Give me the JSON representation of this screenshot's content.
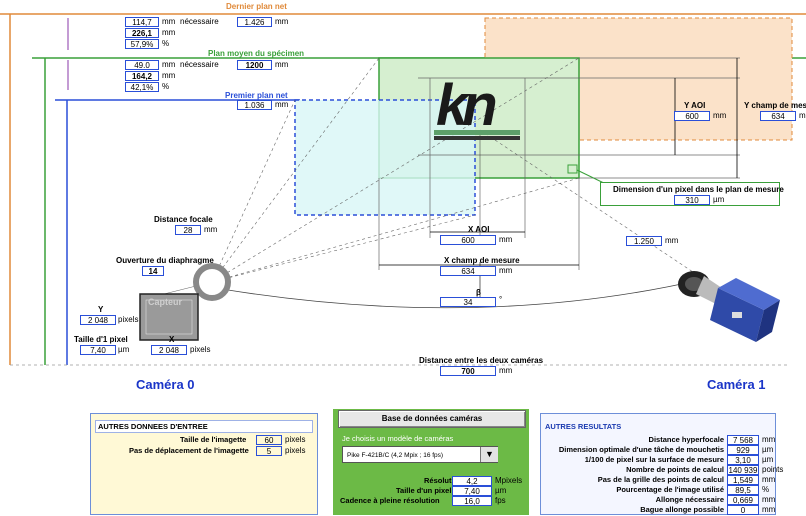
{
  "top": {
    "dernier_plan": {
      "label": "Dernier plan net",
      "mm1": "114,7",
      "mm1_unit": "mm",
      "necessaire": "nécessaire",
      "val2": "1.426",
      "val2_unit": "mm",
      "mm2": "226,1",
      "mm2_unit": "mm",
      "pct": "57,9%",
      "pct_unit": "%"
    },
    "plan_moyen": {
      "label": "Plan moyen du spécimen",
      "mm1": "49.0",
      "mm1_unit": "mm",
      "necessaire": "nécessaire",
      "val2": "1200",
      "val2_unit": "mm",
      "mm2": "164,2",
      "mm2_unit": "mm",
      "pct": "42,1%",
      "pct_unit": "%"
    },
    "premier_plan": {
      "label": "Premier plan net",
      "val": "1.036",
      "unit": "mm"
    }
  },
  "right_measures": {
    "y_aoi": {
      "label": "Y AOI",
      "value": "600",
      "unit": "mm"
    },
    "y_champ": {
      "label": "Y champ de mesure",
      "value": "634",
      "unit": "mm"
    },
    "pixel_dim": {
      "label": "Dimension d'un pixel dans le plan de mesure",
      "value": "310",
      "unit": "µm"
    },
    "x_aoi": {
      "label": "X AOI",
      "value": "600",
      "unit": "mm"
    },
    "x_champ": {
      "label": "X champ de mesure",
      "value": "634",
      "unit": "mm"
    },
    "beta": {
      "label": "β",
      "value": "34",
      "unit": "°"
    },
    "dist_right": {
      "value": "1.250",
      "unit": "mm"
    }
  },
  "camera0": {
    "title": "Caméra 0",
    "distance_focale": {
      "label": "Distance focale",
      "value": "28",
      "unit": "mm"
    },
    "ouverture": {
      "label": "Ouverture du diaphragme",
      "value": "14"
    },
    "capteur": "Capteur",
    "y": {
      "label": "Y",
      "value": "2 048",
      "unit": "pixels"
    },
    "x": {
      "label": "X",
      "value": "2 048",
      "unit": "pixels"
    },
    "taille_pixel": {
      "label": "Taille d'1 pixel",
      "value": "7,40",
      "unit": "µm"
    }
  },
  "camera1": {
    "title": "Caméra 1"
  },
  "distance_cameras": {
    "label": "Distance entre les deux caméras",
    "value": "700",
    "unit": "mm"
  },
  "logo_text": "kn",
  "autres_entree": {
    "header": "AUTRES DONNEES D'ENTREE",
    "rows": [
      {
        "label": "Taille de l'imagette",
        "value": "60",
        "unit": "pixels"
      },
      {
        "label": "Pas de déplacement de l'imagette",
        "value": "5",
        "unit": "pixels"
      }
    ]
  },
  "cameras_db": {
    "button": "Base de données caméras",
    "prompt": "Je choisis un modèle de caméras",
    "selected": "Pike F-421B/C (4,2 Mpix ; 16 fps)",
    "rows": [
      {
        "label": "Résolution",
        "value": "4,2",
        "unit": "Mpixels"
      },
      {
        "label": "Taille d'un pixel",
        "value": "7,40",
        "unit": "µm"
      },
      {
        "label": "Cadence à pleine résolution",
        "value": "16,0",
        "unit": "fps"
      }
    ]
  },
  "autres_resultats": {
    "header": "AUTRES RESULTATS",
    "rows": [
      {
        "label": "Distance hyperfocale",
        "value": "7 568",
        "unit": "mm"
      },
      {
        "label": "Dimension optimale d'une tâche de mouchetis",
        "value": "929",
        "unit": "µm"
      },
      {
        "label": "1/100 de pixel sur la surface de mesure",
        "value": "3,10",
        "unit": "µm"
      },
      {
        "label": "Nombre de points de calcul",
        "value": "140 939",
        "unit": "points"
      },
      {
        "label": "Pas de la grille des points de calcul",
        "value": "1,549",
        "unit": "mm"
      },
      {
        "label": "Pourcentage de l'image utilisé",
        "value": "89,5",
        "unit": "%"
      },
      {
        "label": "Allonge nécessaire",
        "value": "0,669",
        "unit": "mm"
      },
      {
        "label": "Bague allonge possible",
        "value": "0",
        "unit": "mm"
      }
    ]
  },
  "colors": {
    "accent": "#2a4fd8",
    "orange": "#e08a3a",
    "green": "#3aa03a",
    "purple": "#8a3aa8",
    "title_blue": "#1a35c8"
  }
}
